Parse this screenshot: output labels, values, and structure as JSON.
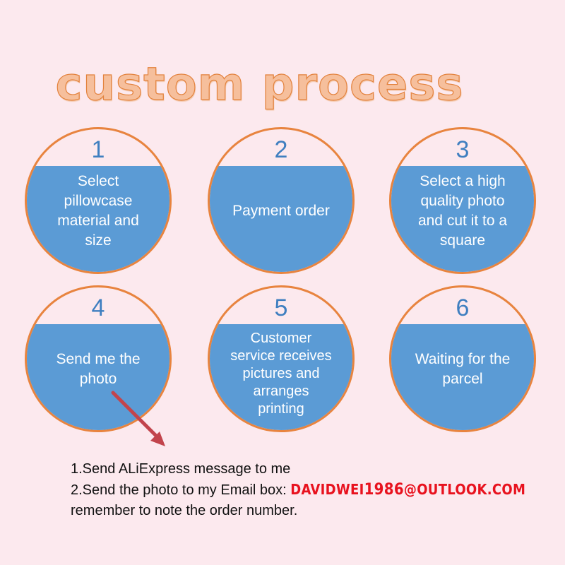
{
  "title": "custom process",
  "steps": [
    {
      "number": "1",
      "label": "Select\npillowcase\nmaterial and\nsize"
    },
    {
      "number": "2",
      "label": "Payment order"
    },
    {
      "number": "3",
      "label": "Select a high\nquality photo\nand cut it to a\nsquare"
    },
    {
      "number": "4",
      "label": "Send me the\nphoto"
    },
    {
      "number": "5",
      "label": "Customer\nservice receives\npictures and\narranges\nprinting"
    },
    {
      "number": "6",
      "label": "Waiting for the\nparcel"
    }
  ],
  "notes": {
    "line1": "1.Send ALiExpress message to me",
    "line2_prefix": "2.Send the photo to my Email box: ",
    "email_name": "DAVIDWEI",
    "email_digits": "1986",
    "email_domain": "@OUTLOOK.COM",
    "line3": "remember to note the order number."
  },
  "colors": {
    "background": "#fce9ee",
    "circle_border": "#e8843f",
    "circle_fill": "#5b9bd5",
    "number": "#3f7fc0",
    "title_fill": "#f6bf9c",
    "email": "#e8121e",
    "arrow": "#c2444c"
  }
}
